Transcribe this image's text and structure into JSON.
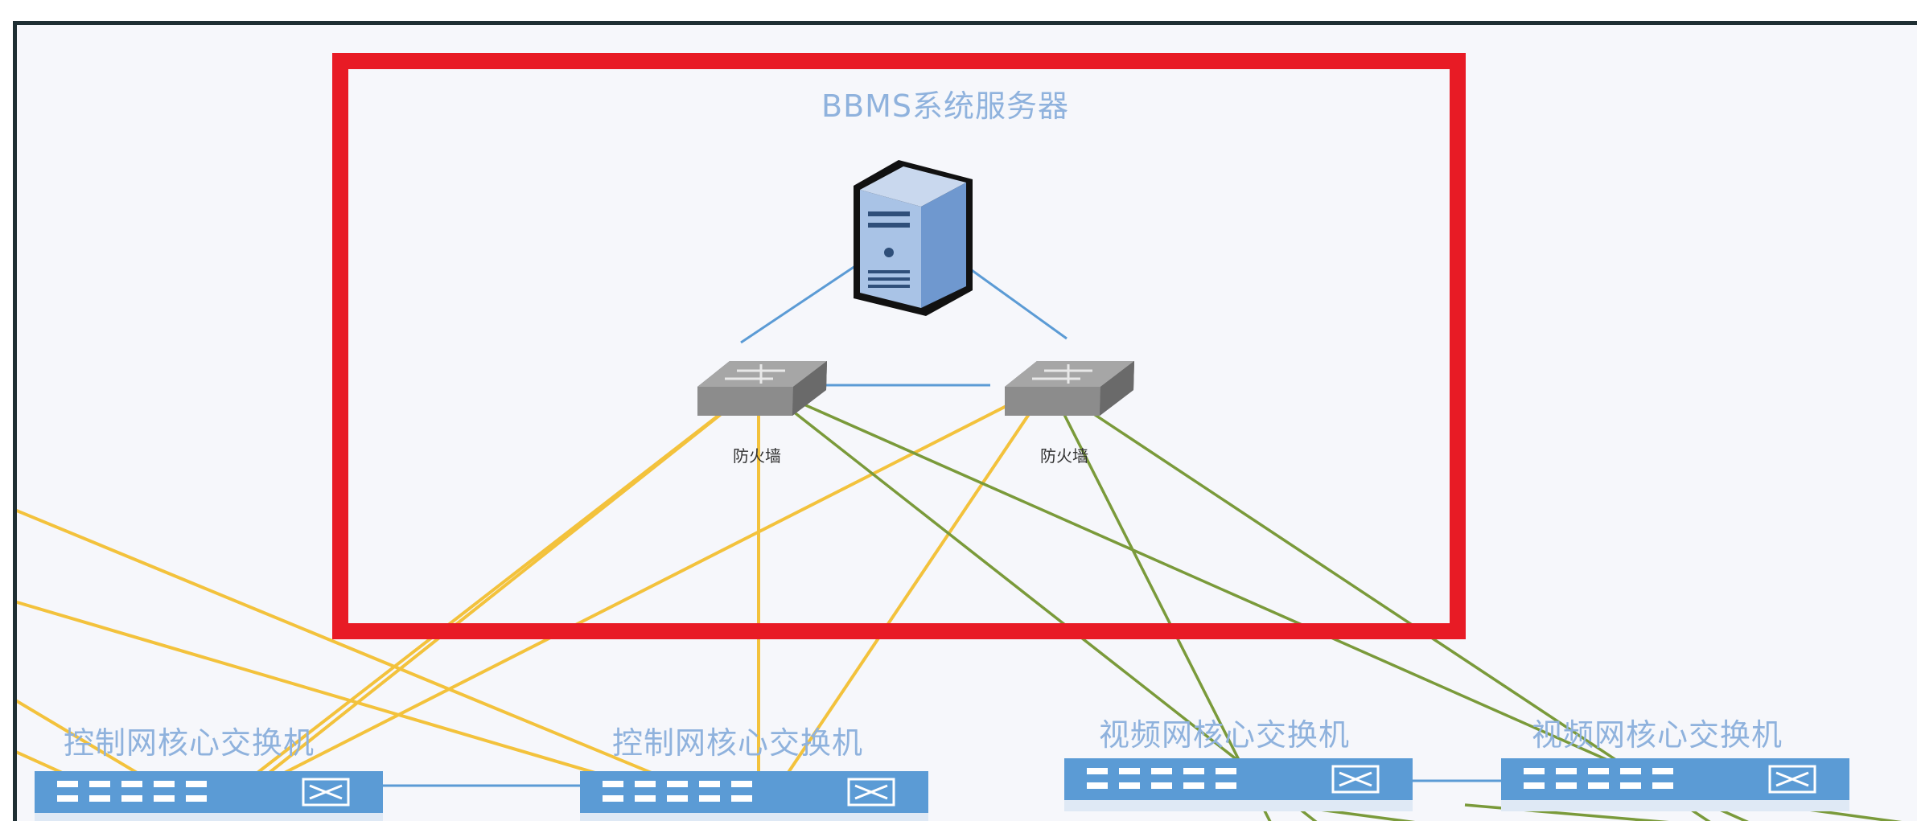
{
  "server_group": {
    "title": "BBMS系统服务器",
    "highlight_color": "#e81b25"
  },
  "server": {
    "icon": "server-tower-icon"
  },
  "firewalls": [
    {
      "label": "防火墙",
      "icon": "firewall-icon"
    },
    {
      "label": "防火墙",
      "icon": "firewall-icon"
    }
  ],
  "core_switches": [
    {
      "label": "控制网核心交换机",
      "icon": "network-switch-icon"
    },
    {
      "label": "控制网核心交换机",
      "icon": "network-switch-icon"
    },
    {
      "label": "视频网核心交换机",
      "icon": "network-switch-icon"
    },
    {
      "label": "视频网核心交换机",
      "icon": "network-switch-icon"
    }
  ],
  "link_colors": {
    "server_link": "#5b9bd5",
    "control_network": "#f3c23c",
    "video_network": "#7a9a3a",
    "switch_icon": "#5b9bd5"
  }
}
